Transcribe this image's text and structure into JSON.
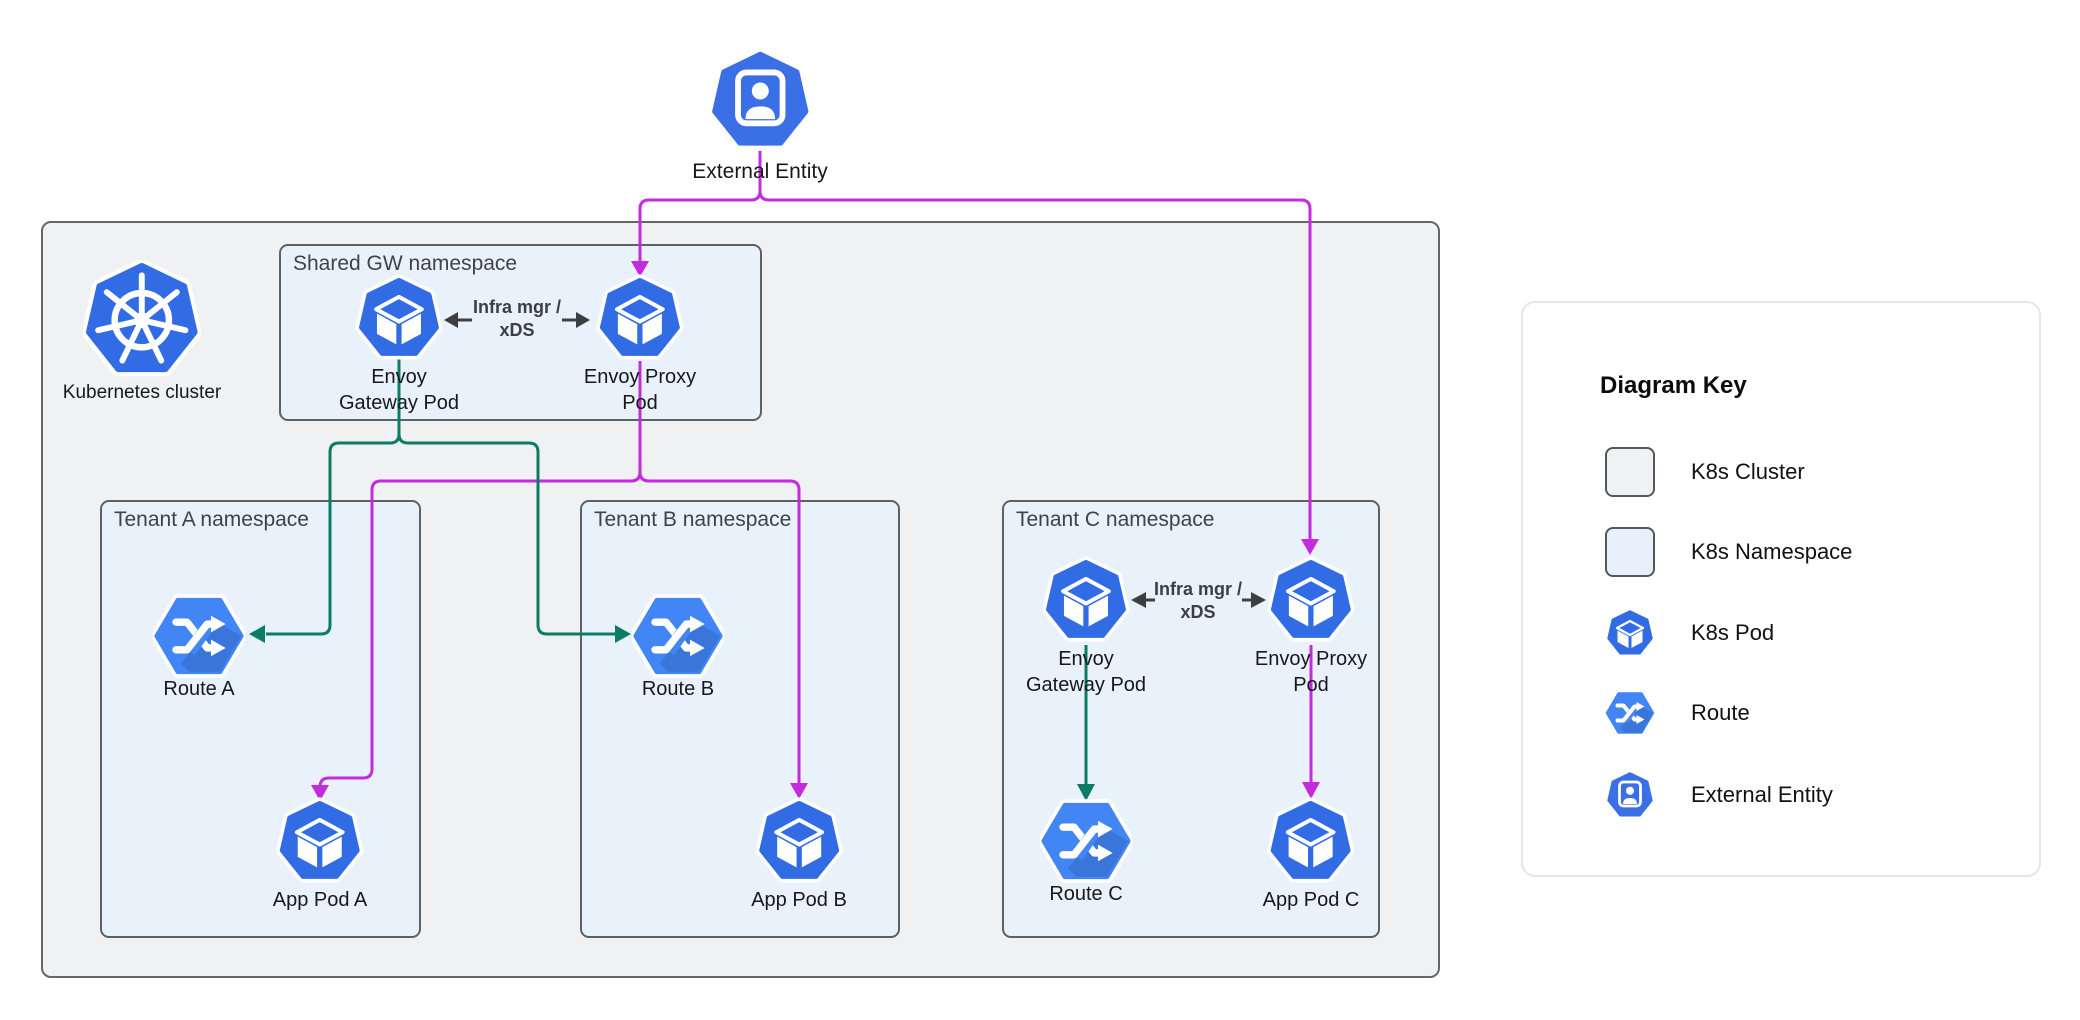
{
  "external_entity": {
    "label": "External Entity"
  },
  "cluster": {
    "label": "Kubernetes cluster"
  },
  "shared_ns": {
    "title": "Shared GW namespace",
    "gateway_pod": {
      "line1": "Envoy",
      "line2": "Gateway Pod"
    },
    "proxy_pod": {
      "line1": "Envoy Proxy",
      "line2": "Pod"
    },
    "infra_label": {
      "line1": "Infra mgr /",
      "line2": "xDS"
    }
  },
  "tenant_a": {
    "title": "Tenant A namespace",
    "route": "Route A",
    "app_pod": "App Pod A"
  },
  "tenant_b": {
    "title": "Tenant B namespace",
    "route": "Route B",
    "app_pod": "App Pod B"
  },
  "tenant_c": {
    "title": "Tenant C namespace",
    "gateway_pod": {
      "line1": "Envoy",
      "line2": "Gateway Pod"
    },
    "proxy_pod": {
      "line1": "Envoy Proxy",
      "line2": "Pod"
    },
    "infra_label": {
      "line1": "Infra mgr /",
      "line2": "xDS"
    },
    "route": "Route C",
    "app_pod": "App Pod C"
  },
  "key": {
    "title": "Diagram Key",
    "items": [
      {
        "label": "K8s Cluster",
        "icon": "k8s-cluster-swatch"
      },
      {
        "label": "K8s Namespace",
        "icon": "k8s-namespace-swatch"
      },
      {
        "label": "K8s Pod",
        "icon": "k8s-pod-icon"
      },
      {
        "label": "Route",
        "icon": "route-icon"
      },
      {
        "label": "External Entity",
        "icon": "external-entity-icon"
      }
    ]
  },
  "edges": [
    {
      "from": "External Entity",
      "to": "Envoy Proxy Pod (Shared GW namespace)",
      "color": "magenta"
    },
    {
      "from": "External Entity",
      "to": "Envoy Proxy Pod (Tenant C namespace)",
      "color": "magenta"
    },
    {
      "from": "Envoy Proxy Pod (Shared GW namespace)",
      "to": "App Pod A",
      "color": "magenta"
    },
    {
      "from": "Envoy Proxy Pod (Shared GW namespace)",
      "to": "App Pod B",
      "color": "magenta"
    },
    {
      "from": "Envoy Proxy Pod (Tenant C namespace)",
      "to": "App Pod C",
      "color": "magenta"
    },
    {
      "from": "Envoy Gateway Pod (Shared GW namespace)",
      "to": "Route A",
      "color": "green"
    },
    {
      "from": "Envoy Gateway Pod (Shared GW namespace)",
      "to": "Route B",
      "color": "green"
    },
    {
      "from": "Envoy Gateway Pod (Tenant C namespace)",
      "to": "Route C",
      "color": "green"
    },
    {
      "from": "Envoy Gateway Pod (Shared GW namespace)",
      "to": "Envoy Proxy Pod (Shared GW namespace)",
      "label": "Infra mgr / xDS",
      "bidirectional": true,
      "color": "gray"
    },
    {
      "from": "Envoy Gateway Pod (Tenant C namespace)",
      "to": "Envoy Proxy Pod (Tenant C namespace)",
      "label": "Infra mgr / xDS",
      "bidirectional": true,
      "color": "gray"
    }
  ],
  "colors": {
    "cluster_fill": "#F0F1F3",
    "namespace_fill": "#E9F1FB",
    "pod_blue": "#326CE5",
    "route_blue": "#4285F4",
    "external_entity_blue": "#3B6FE6",
    "traffic_arrow_magenta": "#C32BDC",
    "control_arrow_green": "#0B7D66",
    "infra_arrow_gray": "#3C4043"
  }
}
